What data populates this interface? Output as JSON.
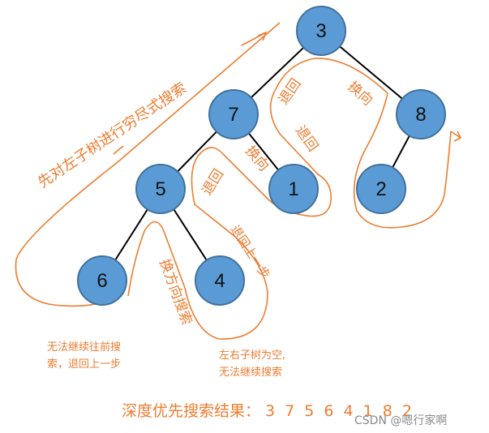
{
  "tree": {
    "nodes": [
      {
        "id": "n3",
        "label": "3"
      },
      {
        "id": "n7",
        "label": "7"
      },
      {
        "id": "n8",
        "label": "8"
      },
      {
        "id": "n5",
        "label": "5"
      },
      {
        "id": "n1",
        "label": "1"
      },
      {
        "id": "n2",
        "label": "2"
      },
      {
        "id": "n6",
        "label": "6"
      },
      {
        "id": "n4",
        "label": "4"
      }
    ],
    "edges": [
      [
        "n3",
        "n7"
      ],
      [
        "n3",
        "n8"
      ],
      [
        "n7",
        "n5"
      ],
      [
        "n7",
        "n1"
      ],
      [
        "n8",
        "n2"
      ],
      [
        "n5",
        "n6"
      ],
      [
        "n5",
        "n4"
      ]
    ]
  },
  "annotations": {
    "left_subtree": "先对左子树进行穷尽式搜索",
    "back_1": "退回",
    "switch_1": "换向",
    "back_2": "退回",
    "switch_2": "换向",
    "back_3": "退回",
    "back_up_one": "退回上一步",
    "switch_dir_search": "换方向搜索",
    "cannot_continue_line1": "无法继续往前搜",
    "cannot_continue_line2": "索，退回上一步",
    "empty_children_line1": "左右子树为空,",
    "empty_children_line2": "无法继续搜索"
  },
  "result": {
    "label": "深度优先搜索结果：",
    "sequence": "3 7 5 6 4 1 8 2"
  },
  "watermark": "CSDN @嗯行家啊",
  "colors": {
    "node_fill": "#5b9bd5",
    "node_stroke": "#41719c",
    "annotation": "#ed7d31",
    "edge": "#000000"
  }
}
